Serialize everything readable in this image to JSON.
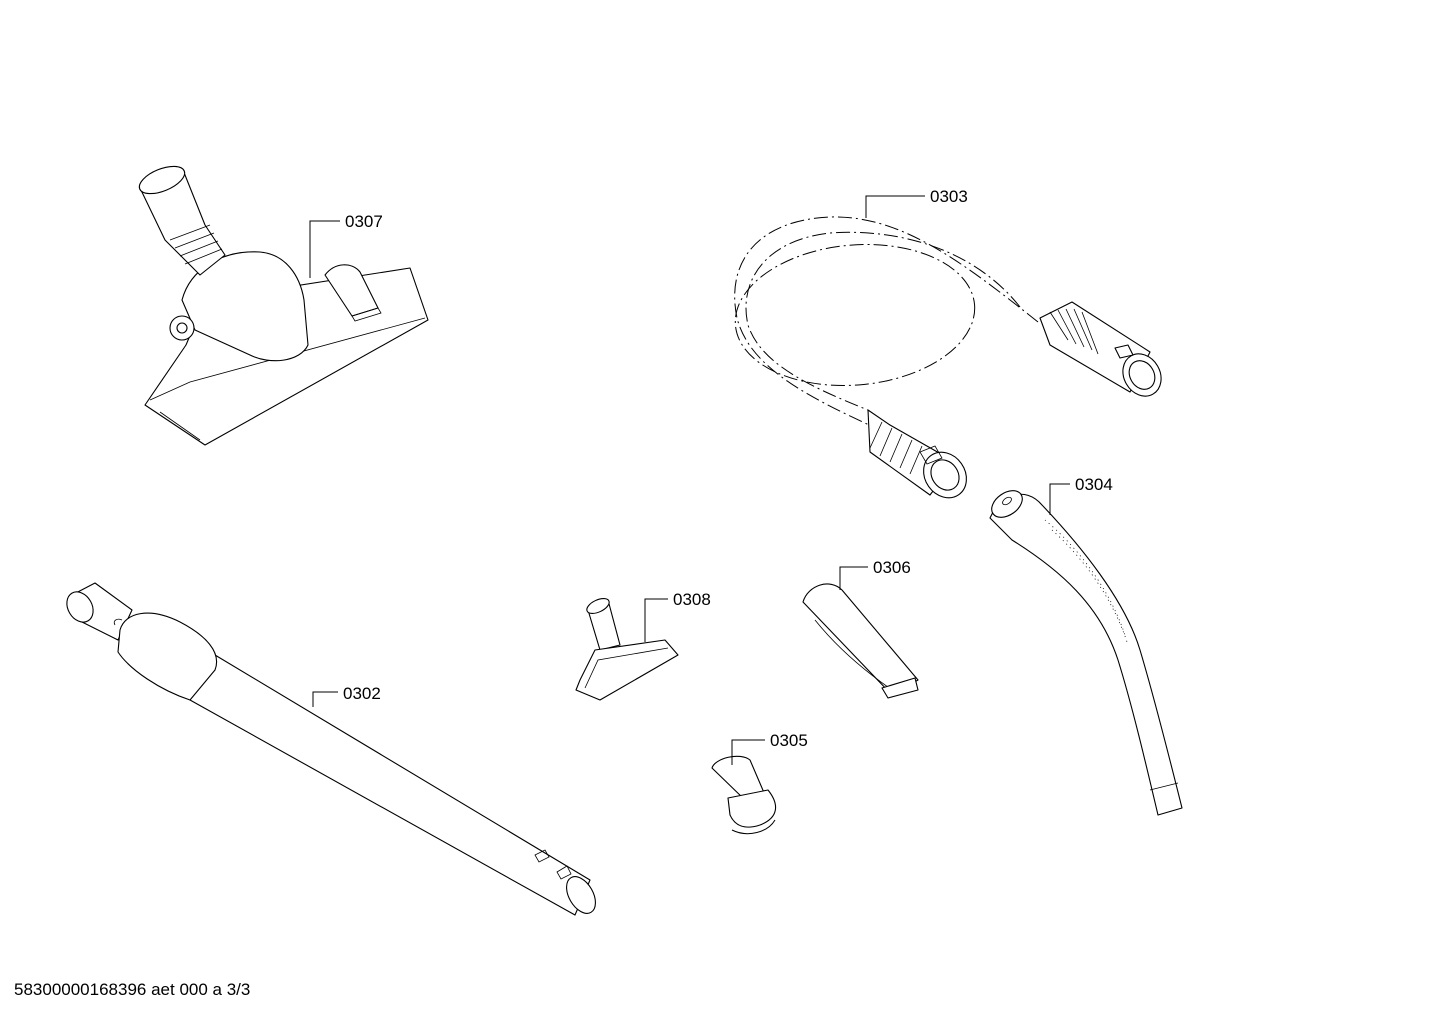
{
  "diagram": {
    "callouts": {
      "p0302": "0302",
      "p0303": "0303",
      "p0304": "0304",
      "p0305": "0305",
      "p0306": "0306",
      "p0307": "0307",
      "p0308": "0308"
    },
    "document_reference": "58300000168396 aet 000 a 3/3"
  }
}
